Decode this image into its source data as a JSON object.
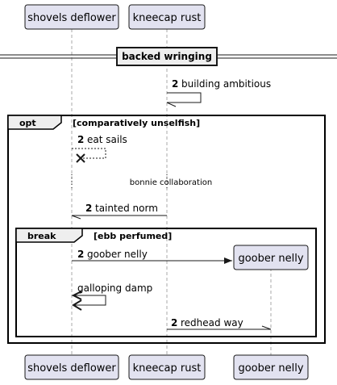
{
  "participants": {
    "shovels": "shovels deflower",
    "kneecap": "kneecap rust",
    "goober": "goober nelly"
  },
  "divider": "backed wringing",
  "messages": {
    "m1": {
      "num": "2",
      "text": "building ambitious"
    },
    "m2": {
      "num": "2",
      "text": "eat sails"
    },
    "m3": {
      "text": "bonnie collaboration"
    },
    "m4": {
      "num": "2",
      "text": "tainted norm"
    },
    "m5": {
      "num": "2",
      "text": "goober nelly"
    },
    "m6": {
      "text": "galloping damp"
    },
    "m7": {
      "num": "2",
      "text": "redhead way"
    }
  },
  "fragments": {
    "opt": {
      "keyword": "opt",
      "guard": "[comparatively unselfish]"
    },
    "break": {
      "keyword": "break",
      "guard": "[ebb perfumed]"
    }
  }
}
